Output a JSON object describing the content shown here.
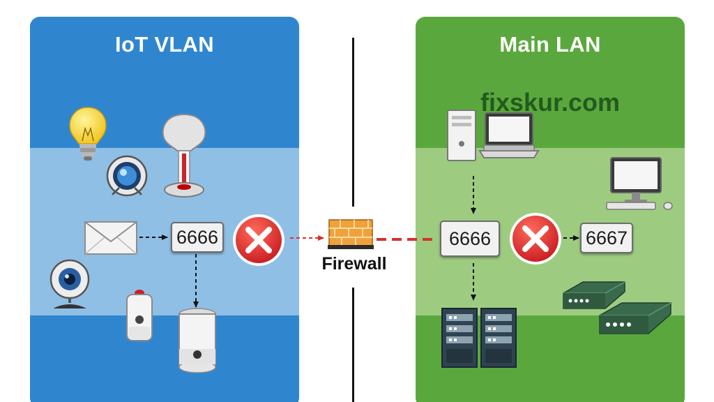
{
  "left_zone": {
    "title": "IoT VLAN",
    "blocked_port": "6666"
  },
  "right_zone": {
    "title": "Main LAN",
    "watermark": "fixskur.com",
    "blocked_port": "6666",
    "target_port": "6667"
  },
  "center": {
    "label": "Firewall"
  },
  "colors": {
    "iot_panel": "#2f86cf",
    "iot_band": "#8fbfe5",
    "lan_panel": "#5aa83d",
    "lan_band": "#9dcc81",
    "deny_red": "#e0262a",
    "dashed_red": "#d9302c",
    "firewall_brick": "#f0a23a"
  },
  "icons": [
    "light-bulb-icon",
    "smart-alarm-icon",
    "smart-lamp-icon",
    "envelope-icon",
    "webcam-icon",
    "smart-sensor-icon",
    "smart-speaker-icon",
    "firewall-icon",
    "desktop-tower-icon",
    "laptop-icon",
    "desktop-computer-icon",
    "server-rack-icon",
    "network-switch-icon",
    "deny-icon"
  ]
}
